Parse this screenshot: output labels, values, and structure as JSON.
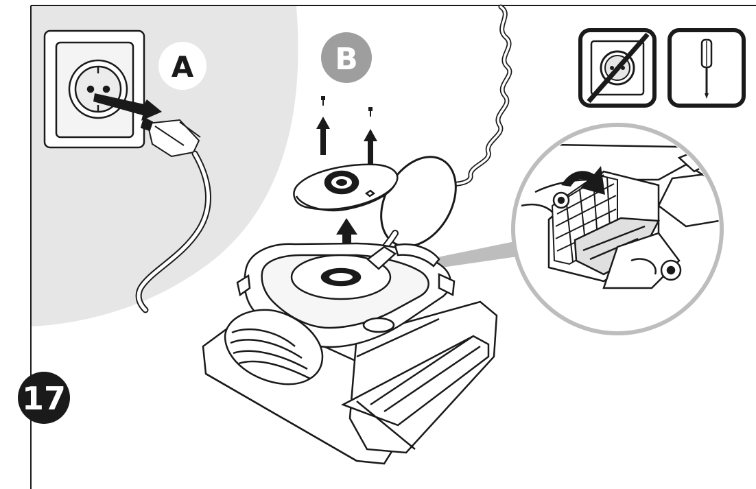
{
  "step": {
    "number": "17"
  },
  "callouts": {
    "a_label": "A",
    "b_label": "B"
  },
  "icons": {
    "no_power": "unplugged-outlet-crossed-icon",
    "tool": "screwdriver-icon"
  },
  "colors": {
    "line": "#1a1a1a",
    "panel_gray": "#e6e6e6",
    "callout_b_gray": "#9e9e9e",
    "leader_gray": "#bdbdbd",
    "white": "#ffffff"
  }
}
